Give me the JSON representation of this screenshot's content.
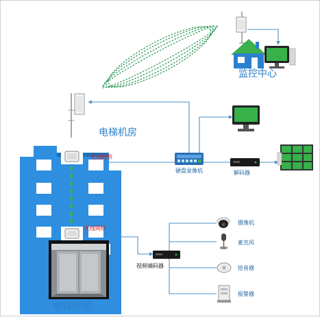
{
  "labels": {
    "monitor_center": "监控中心",
    "machine_room": "电梯机房",
    "car": "电梯轿厢",
    "bridge_top": "无线网桥",
    "bridge_bottom": "无线网桥",
    "nvr": "硬盘录像机",
    "decoder": "解码器",
    "encoder": "视频编码器",
    "camera": "摄像机",
    "microphone": "麦克风",
    "pickup": "拾音器",
    "alarm": "报警器"
  },
  "icons": {
    "antenna": "antenna-icon",
    "house": "house-icon",
    "monitor": "monitor-icon",
    "building": "building-icon",
    "elevator": "elevator-car-icon",
    "switch": "switch-icon",
    "decoder": "decoder-icon",
    "video_wall": "video-wall-icon",
    "camera": "dome-camera-icon",
    "microphone": "microphone-icon",
    "pickup": "pickup-icon",
    "alarm": "alarm-icon"
  },
  "colors": {
    "building": "#2e8ee0",
    "building_dark": "#1f6fb8",
    "wireless": "#2f9a5a",
    "link": "#4a90c8",
    "house": "#2c7fd0",
    "roof": "#3cb04a",
    "monitor_green": "#37b14a",
    "label_blue": "#2f7fc8",
    "label_red": "#e02020"
  }
}
